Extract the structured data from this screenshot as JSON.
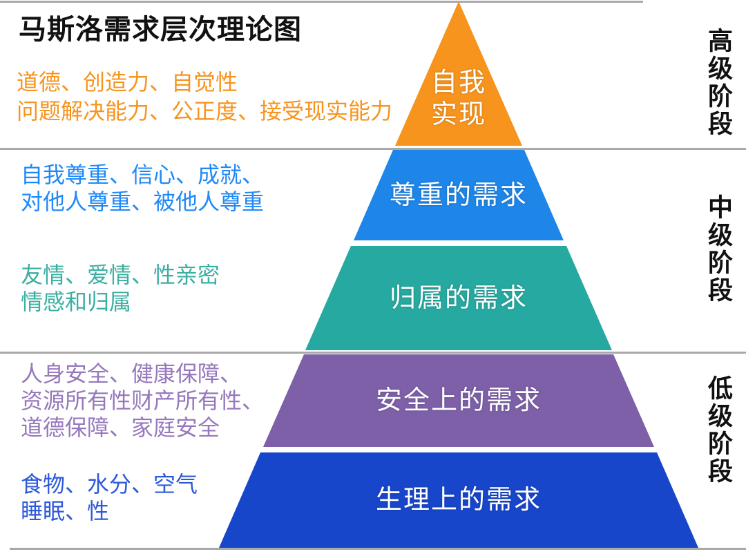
{
  "title": "马斯洛需求层次理论图",
  "palette": {
    "divider_gray": "#a9a9a9",
    "title_black": "#111111"
  },
  "stages": [
    {
      "label": "高级阶段"
    },
    {
      "label": "中级阶段"
    },
    {
      "label": "低级阶段"
    }
  ],
  "levels": [
    {
      "id": "self-actualization",
      "label": "自我\n实现",
      "shape_color": "#f7941e",
      "desc": "道德、创造力、自觉性\n问题解决能力、公正度、接受现实能力",
      "desc_color": "#f7941e"
    },
    {
      "id": "esteem",
      "label": "尊重的需求",
      "shape_color": "#1e86e8",
      "desc": "自我尊重、信心、成就、\n对他人尊重、被他人尊重",
      "desc_color": "#2089f7"
    },
    {
      "id": "belonging",
      "label": "归属的需求",
      "shape_color": "#26a9a1",
      "desc": "友情、爱情、性亲密\n情感和归属",
      "desc_color": "#3bafa2"
    },
    {
      "id": "safety",
      "label": "安全上的需求",
      "shape_color": "#7d60a8",
      "desc": "人身安全、健康保障、\n资源所有性财产所有性、\n道德保障、家庭安全",
      "desc_color": "#9678bc"
    },
    {
      "id": "physiological",
      "label": "生理上的需求",
      "shape_color": "#1746cb",
      "desc": "食物、水分、空气\n睡眠、性",
      "desc_color": "#2e59d9"
    }
  ]
}
